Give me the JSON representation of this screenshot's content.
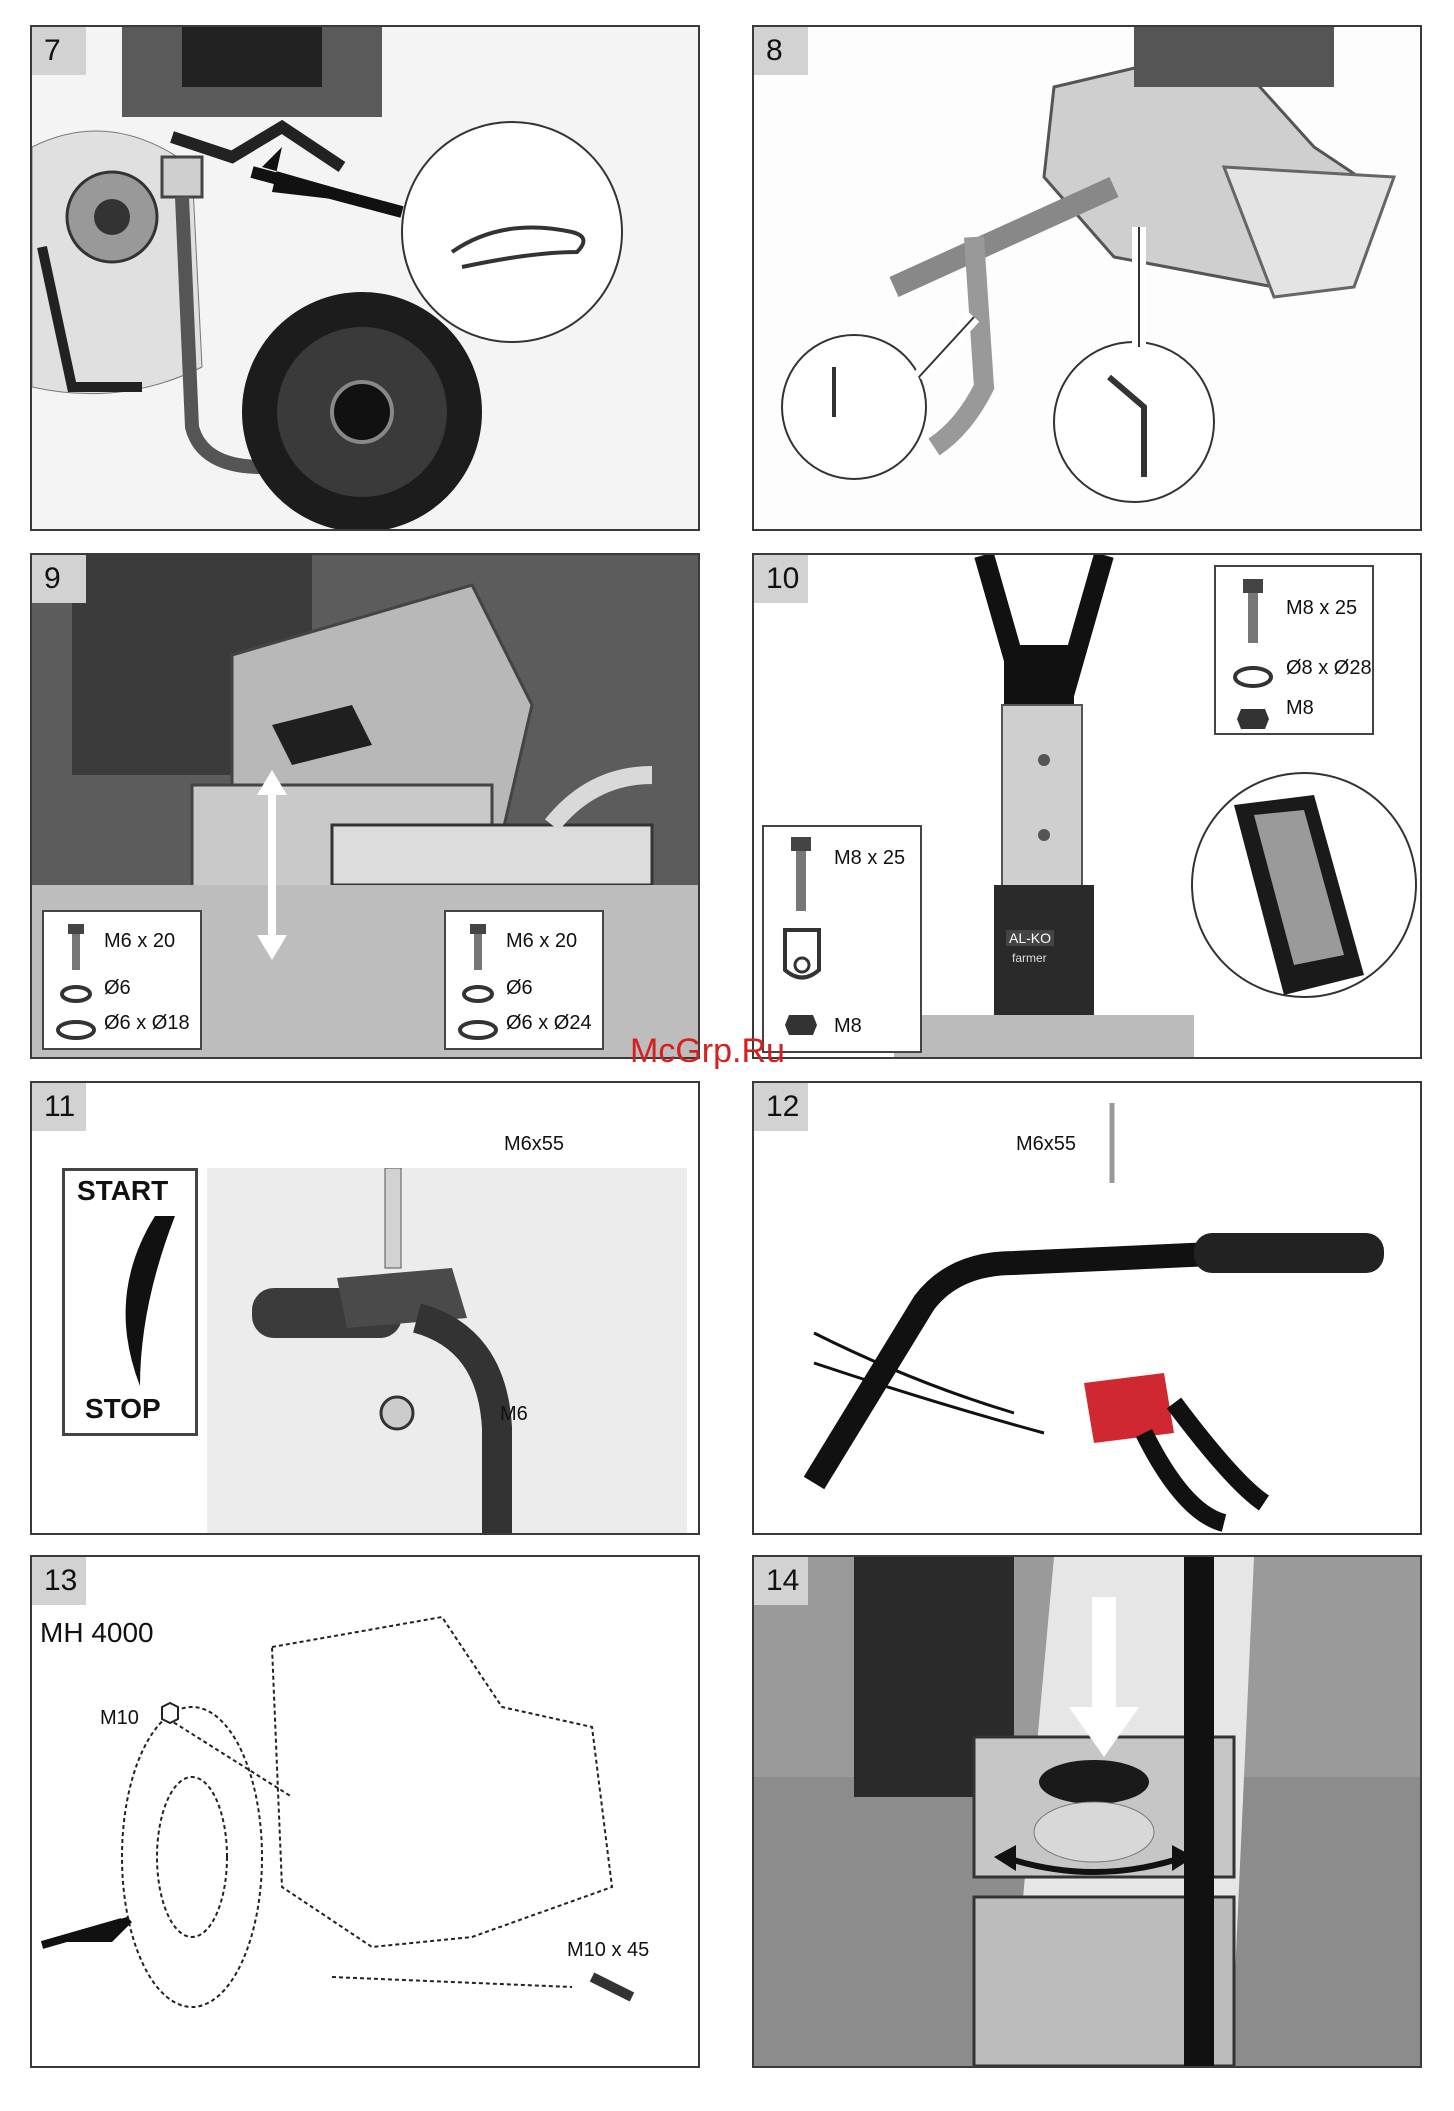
{
  "watermark": "McGrp.Ru",
  "panels": {
    "p7": {
      "number": "7"
    },
    "p8": {
      "number": "8"
    },
    "p9": {
      "number": "9",
      "left_bolt": "M6 x 20",
      "left_lock": "Ø6",
      "left_washer": "Ø6 x Ø18",
      "right_bolt": "M6 x 20",
      "right_lock": "Ø6",
      "right_washer": "Ø6 x Ø24"
    },
    "p10": {
      "number": "10",
      "top_bolt": "M8 x 25",
      "top_washer": "Ø8 x Ø28",
      "top_nut": "M8",
      "bottom_bolt": "M8 x 25",
      "bottom_nut": "M8",
      "brand": "AL-KO",
      "model_line": "farmer"
    },
    "p11": {
      "number": "11",
      "screw": "M6x55",
      "nut": "M6",
      "start": "START",
      "stop": "STOP"
    },
    "p12": {
      "number": "12",
      "screw": "M6x55"
    },
    "p13": {
      "number": "13",
      "model": "MH 4000",
      "nut": "M10",
      "bolt": "M10 x 45"
    },
    "p14": {
      "number": "14"
    }
  }
}
